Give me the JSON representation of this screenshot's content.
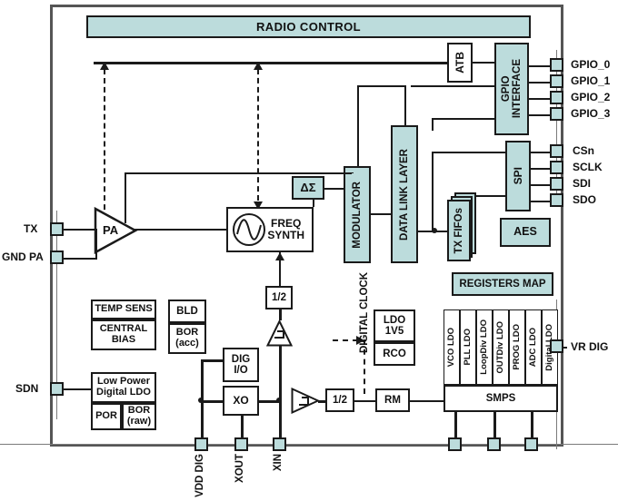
{
  "diagram": {
    "title": "Radio transceiver block diagram",
    "colors": {
      "block_fill": "#bcdcdc",
      "outline": "#1a1a1a",
      "frame": "#555555",
      "background": "#ffffff"
    }
  },
  "blocks": {
    "radio_control": "RADIO CONTROL",
    "atb": "ATB",
    "gpio_interface_line1": "GPIO",
    "gpio_interface_line2": "INTERFACE",
    "spi": "SPI",
    "aes": "AES",
    "registers_map": "REGISTERS MAP",
    "data_link_layer": "DATA LINK LAYER",
    "modulator": "MODULATOR",
    "tx_fifos": "TX FIFOs",
    "delta_sigma": "ΔΣ",
    "freq_synth_line1": "FREQ",
    "freq_synth_line2": "SYNTH",
    "pa": "PA",
    "temp_sens": "TEMP SENS",
    "central_bias_line1": "CENTRAL",
    "central_bias_line2": "BIAS",
    "bld": "BLD",
    "bor_acc_line1": "BOR",
    "bor_acc_line2": "(acc)",
    "low_power_ldo_line1": "Low Power",
    "low_power_ldo_line2": "Digital LDO",
    "por": "POR",
    "bor_raw_line1": "BOR",
    "bor_raw_line2": "(raw)",
    "dig_io_line1": "DIG",
    "dig_io_line2": "I/O",
    "xo": "XO",
    "div2_top": "1/2",
    "div2_bottom": "1/2",
    "rm": "RM",
    "ldo_1v5_line1": "LDO",
    "ldo_1v5_line2": "1V5",
    "rco": "RCO",
    "smps": "SMPS",
    "ldo_rail": [
      "VCO LDO",
      "PLL LDO",
      "LoopDiv LDO",
      "OUTDiv LDO",
      "PROG LDO",
      "ADC  LDO",
      "Digital LDO"
    ]
  },
  "labels": {
    "digital_clock": "DIGITAL CLOCK"
  },
  "pins": {
    "right_top": [
      "GPIO_0",
      "GPIO_1",
      "GPIO_2",
      "GPIO_3"
    ],
    "right_spi": [
      "CSn",
      "SCLK",
      "SDI",
      "SDO"
    ],
    "right_power": [
      "VR DIG"
    ],
    "left": [
      "TX",
      "GND PA",
      "SDN"
    ],
    "bottom": [
      "VDD DIG",
      "XOUT",
      "XIN"
    ]
  }
}
